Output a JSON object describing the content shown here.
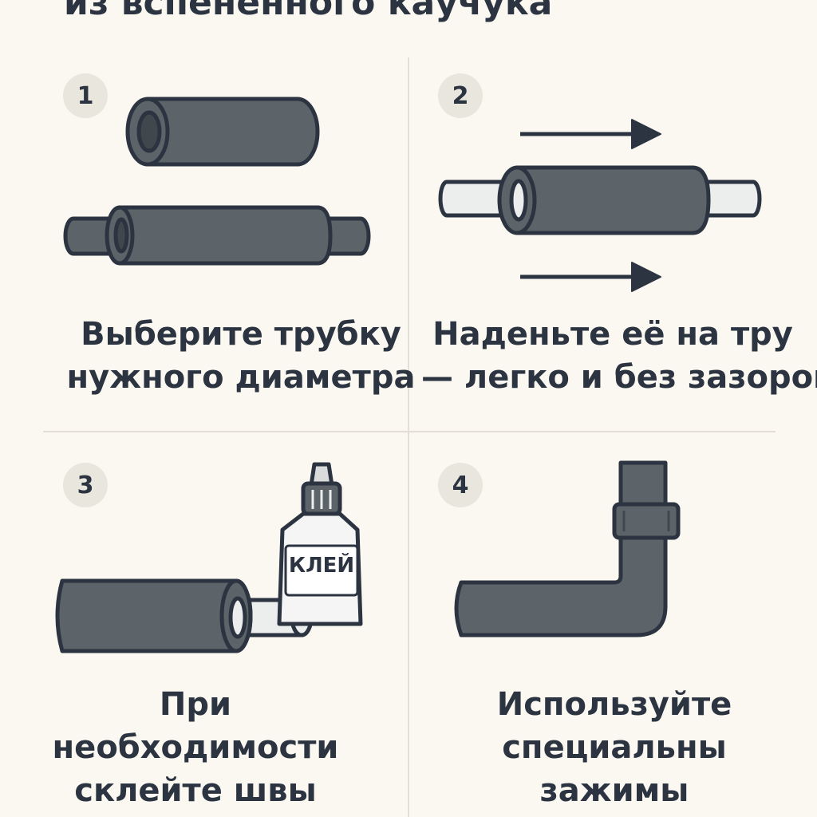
{
  "title": "из вспененного каучука",
  "steps": [
    {
      "number": "1",
      "line1": "Выберите трубку",
      "line2": "нужного диаметра"
    },
    {
      "number": "2",
      "line1": "Наденьте её на тру",
      "line2": "— легко и без зазоров"
    },
    {
      "number": "3",
      "line1": "При",
      "line2": "необходимости",
      "line3": "склейте швы",
      "bottle_label": "КЛЕЙ"
    },
    {
      "number": "4",
      "line1": "Используйте",
      "line2": "специальны",
      "line3": "зажимы"
    }
  ],
  "colors": {
    "background": "#fbf8f1",
    "insulation": "#5c6469",
    "insulation_dark": "#41484d",
    "outline": "#2b3440",
    "pipe": "#eceeed",
    "badge": "#e9e6dd"
  }
}
